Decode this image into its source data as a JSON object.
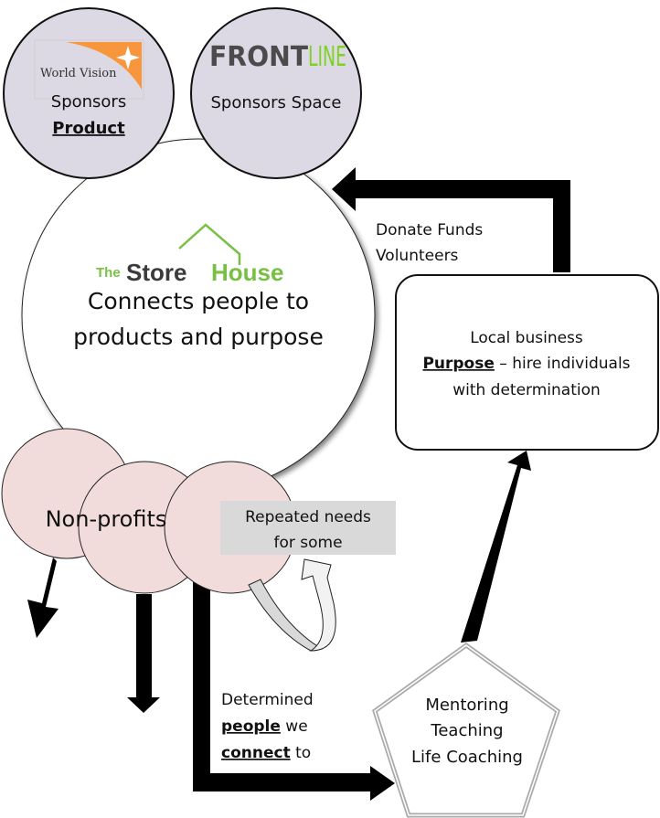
{
  "sponsors": [
    {
      "logo": {
        "text": "World Vision",
        "accent": "#f7963d"
      },
      "line1": "Sponsors",
      "line2": "Product"
    },
    {
      "logo": {
        "text_dark": "FRONT",
        "text_light": "LINE",
        "dark_color": "#4b4b4b",
        "light_color": "#7ed321"
      },
      "line1": "Sponsors Space"
    }
  ],
  "hub": {
    "logo": {
      "the": "The",
      "store": "Store",
      "house": "House",
      "green": "#78c043",
      "dark": "#3b3b3b"
    },
    "line1": "Connects people to",
    "line2": "products and purpose"
  },
  "nonprofits": {
    "label": "Non-profits",
    "fill": "#f2dcdb"
  },
  "repeated_needs": {
    "line1": "Repeated needs",
    "line2": "for some"
  },
  "donate": {
    "line1": "Donate Funds",
    "line2": "Volunteers"
  },
  "business": {
    "line1": "Local business",
    "bold": "Purpose",
    "line2_rest": " – hire individuals",
    "line3": "with determination"
  },
  "determined": {
    "line1": "Determined",
    "bold1": "people",
    "rest1": " we",
    "bold2": "connect",
    "rest2": " to"
  },
  "pentagon": {
    "line1": "Mentoring",
    "line2": "Teaching",
    "line3": "Life Coaching"
  },
  "colors": {
    "sponsor_fill": "#ddd9e4",
    "label_box": "#d9d9d9"
  }
}
